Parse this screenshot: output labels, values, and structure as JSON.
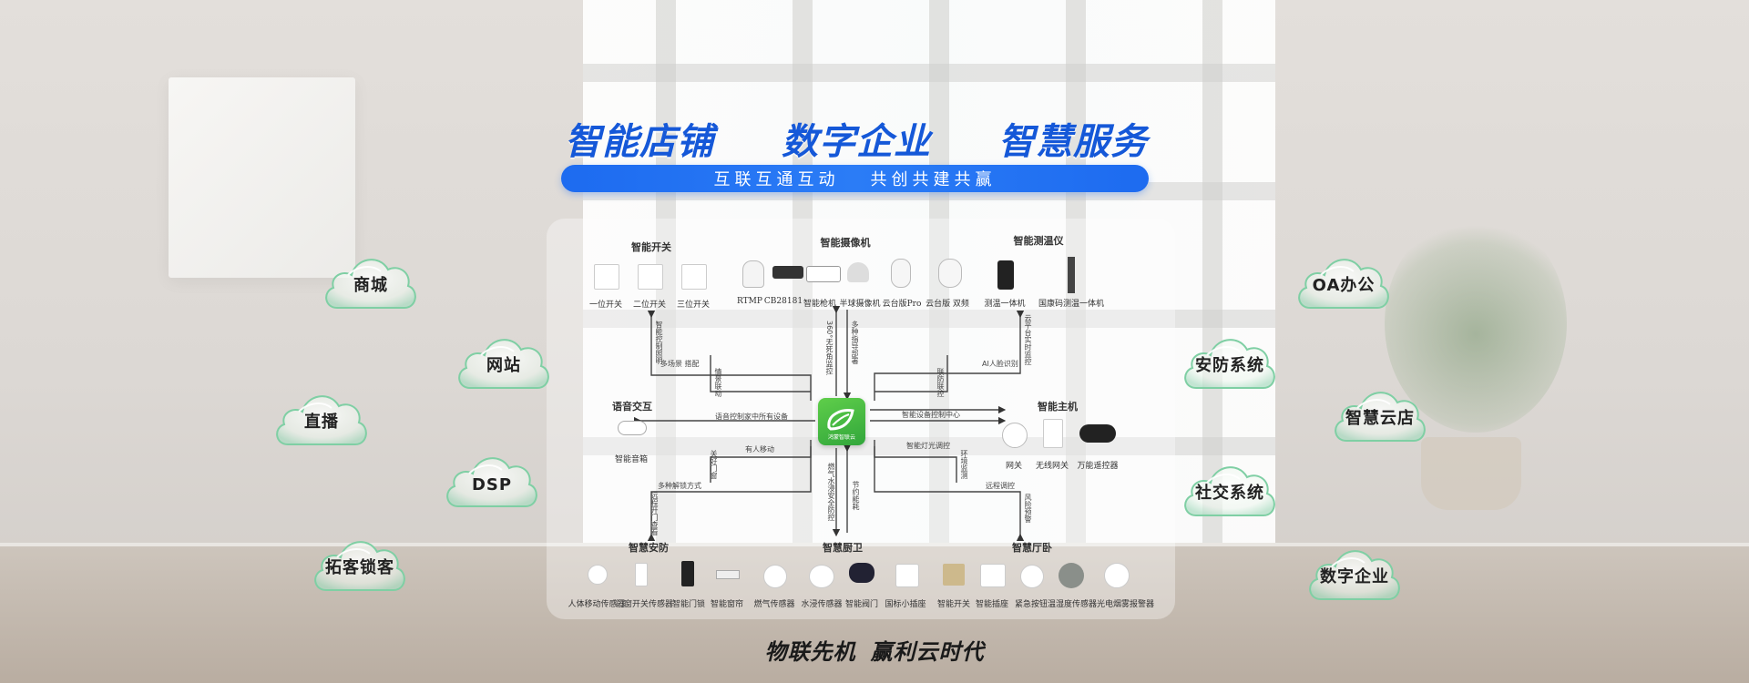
{
  "banner": {
    "headline": [
      "智能店铺",
      "数字企业",
      "智慧服务"
    ],
    "slogan": [
      "互联互通互动",
      "共创共建共赢"
    ],
    "tagline": [
      "物联先机",
      "赢利云时代"
    ]
  },
  "clouds_left": [
    "商城",
    "网站",
    "直播",
    "DSP",
    "拓客锁客"
  ],
  "clouds_right": [
    "OA办公",
    "安防系统",
    "智慧云店",
    "社交系统",
    "数字企业"
  ],
  "hub": {
    "label": "鸿蒙智联云"
  },
  "sections": {
    "switch": {
      "title": "智能开关",
      "devices": [
        "一位开关",
        "二位开关",
        "三位开关"
      ]
    },
    "camera": {
      "title": "智能摄像机",
      "devices": [
        "RTMP",
        "CB28181",
        "智能枪机",
        "半球摄像机",
        "云台版Pro",
        "云台版 双频"
      ]
    },
    "thermo": {
      "title": "智能测温仪",
      "devices": [
        "测温一体机",
        "国康码测温一体机"
      ]
    },
    "voice": {
      "title": "语音交互",
      "devices": [
        "智能音箱"
      ]
    },
    "host": {
      "title": "智能主机",
      "devices": [
        "网关",
        "无线网关",
        "万能遥控器"
      ]
    },
    "security": {
      "title": "智慧安防"
    },
    "kitchen": {
      "title": "智慧厨卫"
    },
    "hall": {
      "title": "智慧厅卧"
    },
    "bottom_devices": [
      "人体移动传感器",
      "门窗开关传感器",
      "智能门锁",
      "智能窗帘",
      "燃气传感器",
      "水浸传感器",
      "智能阀门",
      "国标小插座",
      "智能开关",
      "智能插座",
      "紧急按钮",
      "温湿度传感器",
      "光电烟雾报警器"
    ]
  },
  "edges": {
    "switch_v": "智能控制照明",
    "switch_h": "多场景 搭配",
    "switch_v2": "情景联动",
    "camera_v1": "360°无死角监控",
    "camera_v2": "多种指导部署",
    "thermo_v1": "云平台实时监控",
    "thermo_h": "AI人脸识别",
    "thermo_v2": "联防联控",
    "voice_h": "语音控制家中所有设备",
    "host_h1": "智能设备控制中心",
    "host_h2": "智能灯光调控",
    "sec_v1": "关好门窗",
    "sec_h1": "有人移动",
    "sec_h2": "多种解锁方式",
    "sec_v2": "远程开门查看",
    "kit_v1": "燃气水浸安全防控",
    "kit_v2": "节约能耗",
    "hall_v1": "环境监测",
    "hall_h": "远程调控",
    "hall_v2": "风险预警"
  }
}
